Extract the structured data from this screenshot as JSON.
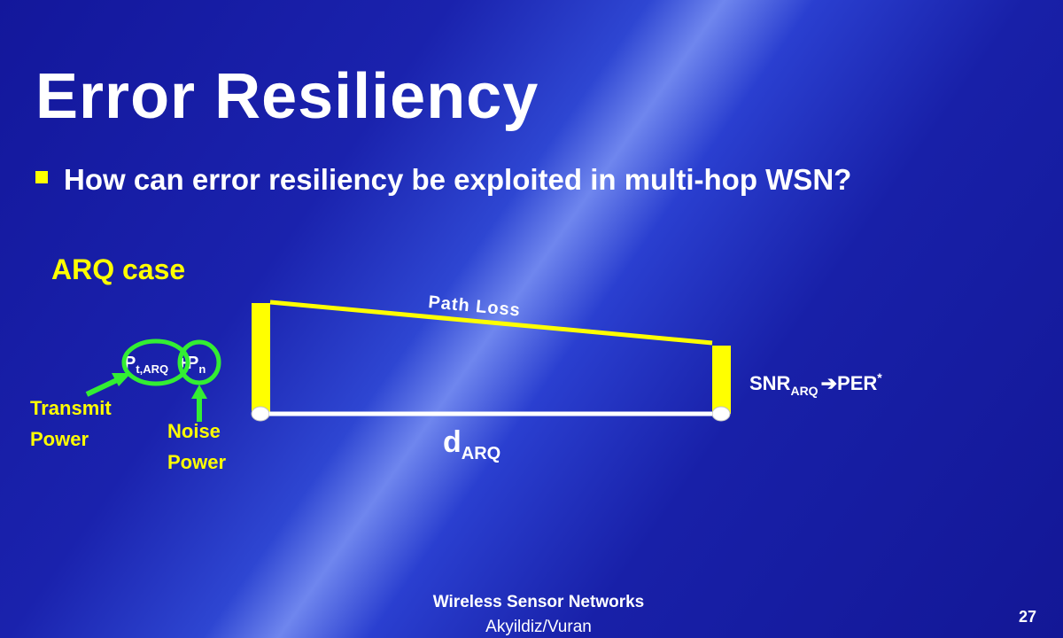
{
  "slide": {
    "title": "Error Resiliency",
    "bullet": "How can error resiliency be exploited in multi-hop WSN?",
    "case_label": "ARQ case"
  },
  "diagram": {
    "path_loss_label": "Path Loss",
    "distance": {
      "main": "d",
      "sub": "ARQ"
    },
    "transmit_power": {
      "main": "P",
      "sub": "t,ARQ"
    },
    "noise_power": {
      "main": "P",
      "sub": "n"
    },
    "transmit_label": [
      "Transmit",
      "Power"
    ],
    "noise_label": [
      "Noise",
      "Power"
    ],
    "snr": {
      "main": "SNR",
      "sub": "ARQ",
      "arrow": "➔",
      "result": "PER",
      "sup": "*"
    }
  },
  "footer": {
    "title": "Wireless Sensor Networks",
    "authors": "Akyildiz/Vuran",
    "page_number": "27"
  },
  "colors": {
    "text": "#ffffff",
    "accent": "#ffff00",
    "ellipse": "#33ee33",
    "background": "#1a22ad"
  }
}
